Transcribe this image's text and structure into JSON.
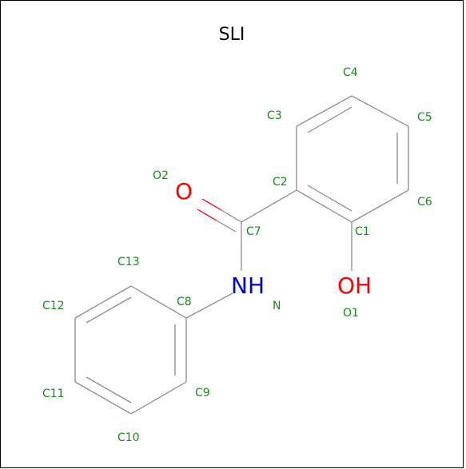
{
  "title": "SLI",
  "colors": {
    "bond": "#8c8c8c",
    "carbon_label": "#1a8a1a",
    "oxygen": "#ff0000",
    "nitrogen": "#0000cc"
  },
  "atoms": {
    "C1": "C1",
    "C2": "C2",
    "C3": "C3",
    "C4": "C4",
    "C5": "C5",
    "C6": "C6",
    "C7": "C7",
    "C8": "C8",
    "C9": "C9",
    "C10": "C10",
    "C11": "C11",
    "C12": "C12",
    "C13": "C13",
    "O1": "O1",
    "O2": "O2",
    "N": "N"
  },
  "groups": {
    "carbonyl_O": "O",
    "hydroxyl": "OH",
    "amine": "NH"
  }
}
